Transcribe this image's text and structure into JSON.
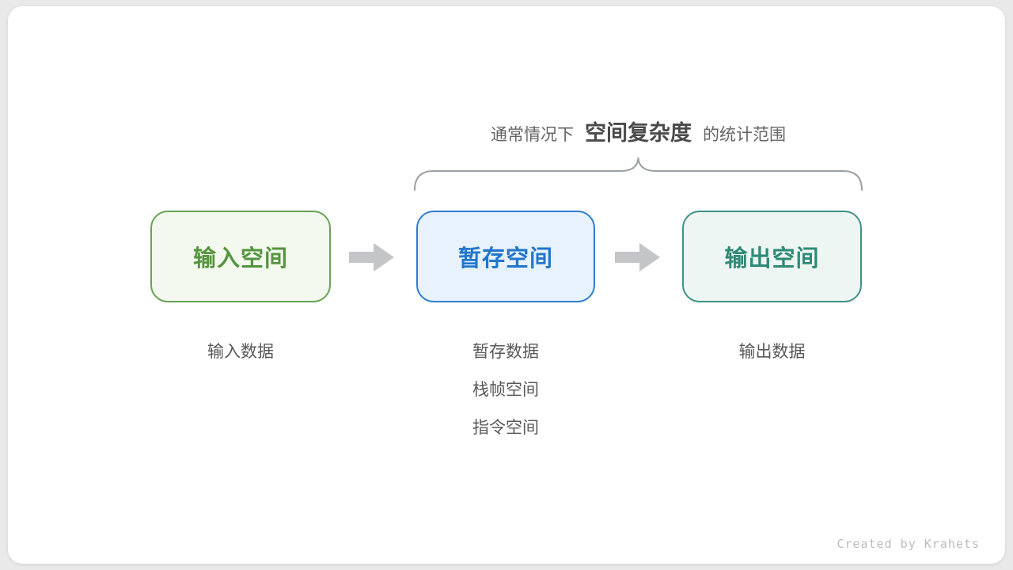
{
  "background_color": "#e9e9e9",
  "card_color": "#ffffff",
  "caption": {
    "prefix": "通常情况下",
    "highlight": "空间复杂度",
    "suffix": "的统计范围",
    "text_color": "#666666",
    "highlight_color": "#4a4a4a"
  },
  "brace_color": "#9aa0a3",
  "arrow_color": "#c3c5c6",
  "nodes": [
    {
      "id": "input-space",
      "label": "输入空间",
      "border_color": "#68a257",
      "fill_color": "#f3f9ee",
      "text_color": "#55953f"
    },
    {
      "id": "temp-space",
      "label": "暂存空间",
      "border_color": "#2e7ecf",
      "fill_color": "#e7f2fc",
      "text_color": "#2176cc"
    },
    {
      "id": "output-space",
      "label": "输出空间",
      "border_color": "#3f9184",
      "fill_color": "#eef6f3",
      "text_color": "#2e8a76"
    }
  ],
  "annotations": {
    "input": [
      "输入数据"
    ],
    "temp": [
      "暂存数据",
      "栈帧空间",
      "指令空间"
    ],
    "output": [
      "输出数据"
    ],
    "text_color": "#595959"
  },
  "watermark": {
    "text": "Created by Krahets",
    "color": "#bcbcbc"
  }
}
